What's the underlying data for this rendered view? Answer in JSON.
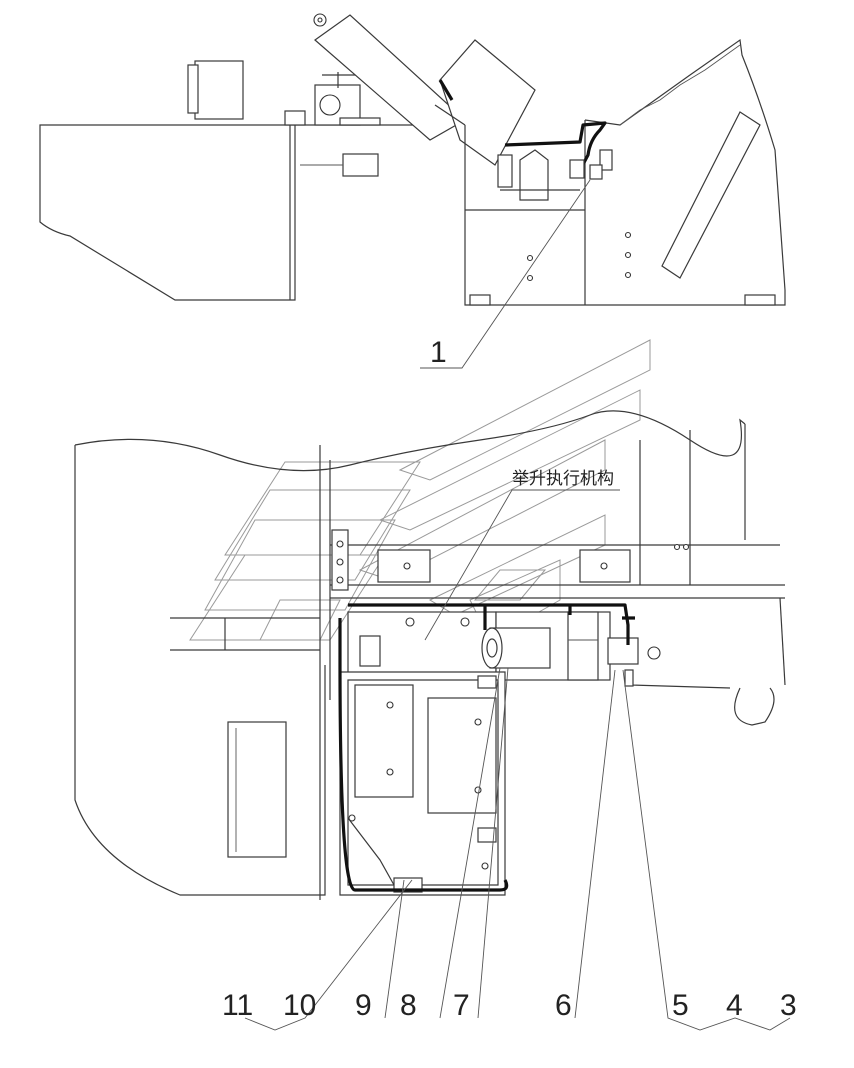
{
  "top_view": {
    "callouts": [
      "1"
    ]
  },
  "bottom_view": {
    "annotation": "举升执行机构",
    "callouts_left": [
      "11",
      "10",
      "9",
      "8",
      "7"
    ],
    "callouts_mid": [
      "6"
    ],
    "callouts_right": [
      "5",
      "4",
      "3"
    ]
  }
}
